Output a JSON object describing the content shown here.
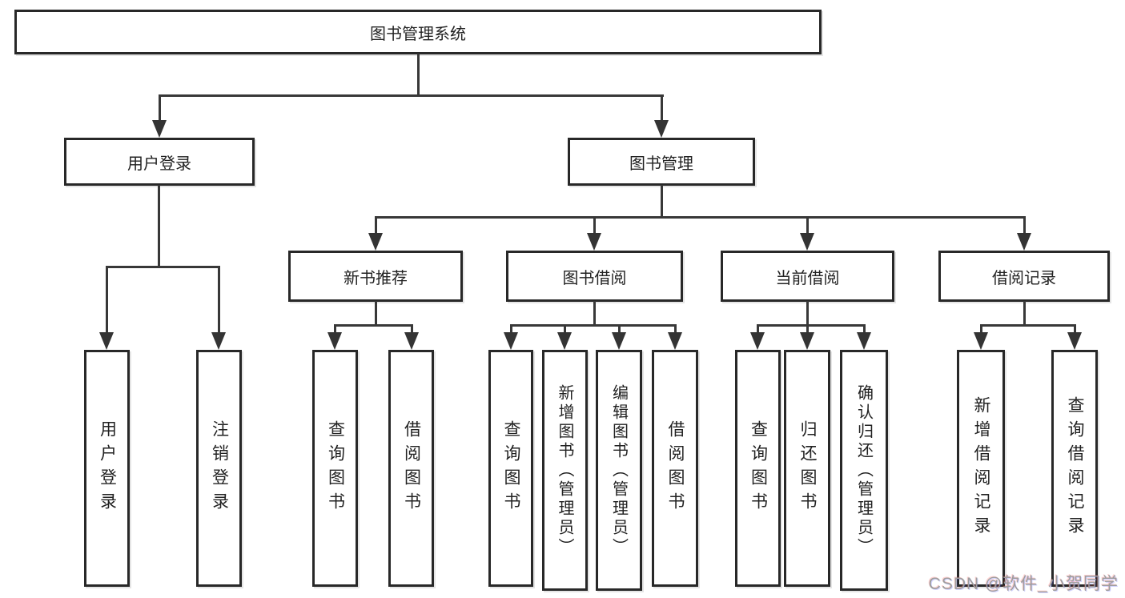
{
  "tree": {
    "label": "图书管理系统",
    "children": [
      {
        "label": "用户登录",
        "children": [
          {
            "label": "用户登录"
          },
          {
            "label": "注销登录"
          }
        ]
      },
      {
        "label": "图书管理",
        "children": [
          {
            "label": "新书推荐",
            "children": [
              {
                "label": "查询图书"
              },
              {
                "label": "借阅图书"
              }
            ]
          },
          {
            "label": "图书借阅",
            "children": [
              {
                "label": "查询图书"
              },
              {
                "label": "新增图书（管理员）"
              },
              {
                "label": "编辑图书（管理员）"
              },
              {
                "label": "借阅图书"
              }
            ]
          },
          {
            "label": "当前借阅",
            "children": [
              {
                "label": "查询图书"
              },
              {
                "label": "归还图书"
              },
              {
                "label": "确认归还（管理员）"
              }
            ]
          },
          {
            "label": "借阅记录",
            "children": [
              {
                "label": "新增借阅记录"
              },
              {
                "label": "查询借阅记录"
              }
            ]
          }
        ]
      }
    ]
  },
  "watermark": {
    "text": "CSDN @软件_小贺同学"
  },
  "icons": {
    "arrowhead": "triangle-down"
  },
  "colors": {
    "background": "#ffffff",
    "box_border": "#282828",
    "line": "#383838",
    "text": "#222222",
    "watermark": "#9e9e9e"
  }
}
